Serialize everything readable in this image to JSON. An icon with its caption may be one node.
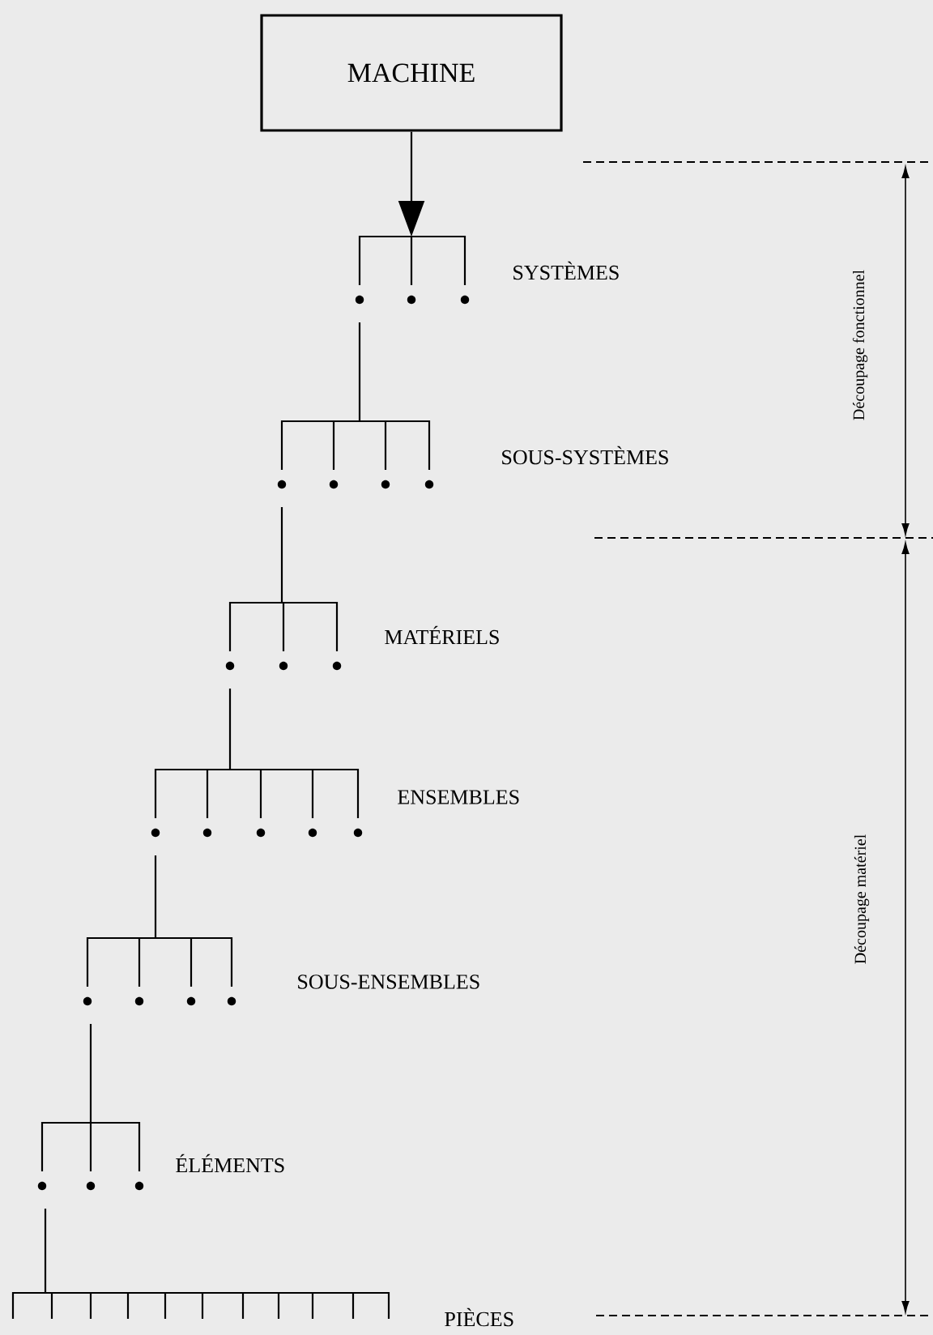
{
  "diagram": {
    "nodes": [
      {
        "text": [
          "MACHINE"
        ]
      },
      {
        "text": [
          "SYSTÈMES"
        ]
      },
      {
        "text": [
          "SOUS-SYSTÈMES"
        ]
      },
      {
        "text": [
          "MATÉRIELS"
        ]
      },
      {
        "text": [
          "ENSEMBLES"
        ]
      },
      {
        "text": [
          "SOUS-ENSEMBLES"
        ]
      },
      {
        "text": [
          "ÉLÉMENTS"
        ]
      },
      {
        "text": [
          "PIÈCES"
        ]
      }
    ],
    "edges": [
      {
        "from": 0,
        "to": 1,
        "arrow": "to"
      },
      {
        "from": 1,
        "to": 2,
        "arrow": "none"
      },
      {
        "from": 2,
        "to": 3,
        "arrow": "none"
      },
      {
        "from": 3,
        "to": 4,
        "arrow": "none"
      },
      {
        "from": 4,
        "to": 5,
        "arrow": "none"
      },
      {
        "from": 5,
        "to": 6,
        "arrow": "none"
      },
      {
        "from": 6,
        "to": 7,
        "arrow": "none"
      }
    ],
    "labels": [
      "Découpage fonctionnel",
      "Découpage matériel"
    ]
  }
}
